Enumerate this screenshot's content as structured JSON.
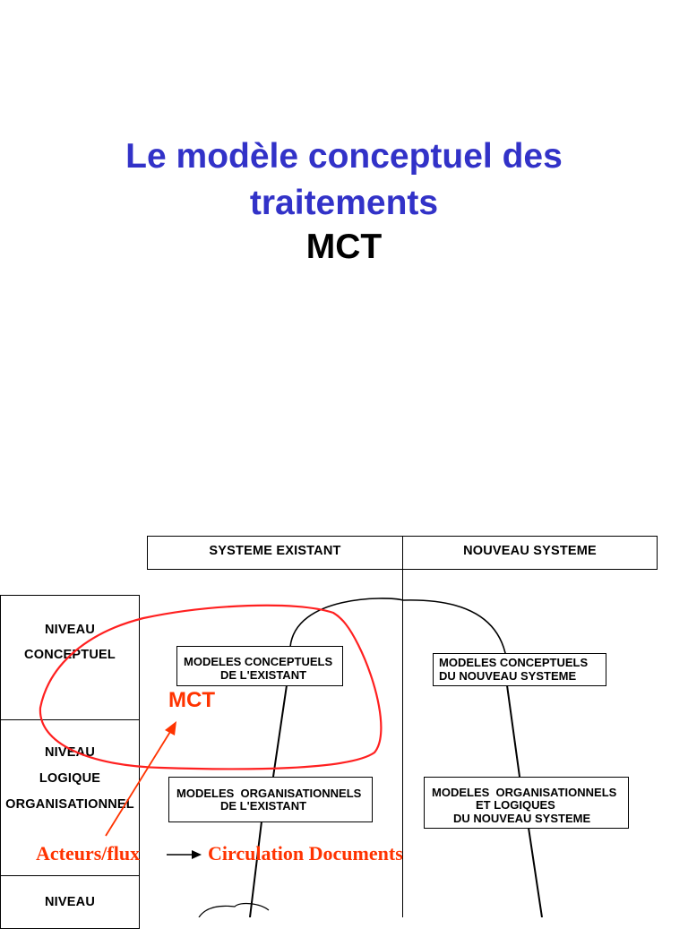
{
  "title": {
    "line1": "Le modèle conceptuel des",
    "line2": "traitements",
    "line3": "MCT"
  },
  "columns": {
    "existing": "SYSTEME  EXISTANT",
    "new": "NOUVEAU  SYSTEME"
  },
  "levels": {
    "conceptual": [
      "NIVEAU",
      "CONCEPTUEL"
    ],
    "logical": [
      "NIVEAU",
      "LOGIQUE",
      "ORGANISATIONNEL"
    ],
    "bottom": [
      "NIVEAU"
    ]
  },
  "models": {
    "conceptual_existing": [
      "MODELES CONCEPTUELS",
      "DE L'EXISTANT"
    ],
    "conceptual_new": [
      "MODELES CONCEPTUELS",
      "DU NOUVEAU SYSTEME"
    ],
    "organisational_existing": [
      "MODELES  ORGANISATIONNELS",
      "DE L'EXISTANT"
    ],
    "organisational_new": [
      "MODELES  ORGANISATIONNELS",
      "ET LOGIQUES",
      "DU NOUVEAU SYSTEME"
    ]
  },
  "annotations": {
    "mct": "MCT",
    "actors": "Acteurs/flux",
    "circulation": "Circulation Documents"
  },
  "colors": {
    "title_blue": "#3232c8",
    "annotation_red": "#ff3300"
  }
}
